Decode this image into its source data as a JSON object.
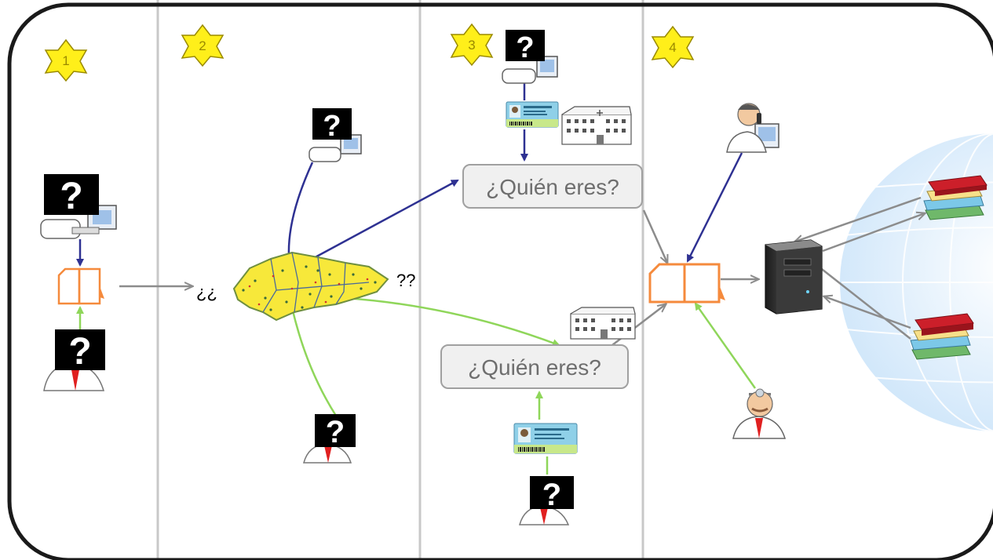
{
  "steps": [
    "1",
    "2",
    "3",
    "4"
  ],
  "question_mark": "?",
  "map_text": {
    "left": "¿¿",
    "right": "??"
  },
  "identity_prompts": [
    "¿Quién eres?",
    "¿Quién eres?"
  ],
  "colors": {
    "frame": "#1a1a1a",
    "divider": "#c8c8c8",
    "star": "#ffef1a",
    "star_stroke": "#9a8a00",
    "arrow_blue": "#2e3192",
    "arrow_green": "#8fd65a",
    "arrow_gray": "#8c8c8c",
    "document": "#f58a3c",
    "bubble_fill": "#f0f0f0",
    "bubble_stroke": "#a0a0a0",
    "bubble_text": "#6e6e6e",
    "globe": "#cfe6fa"
  },
  "icons": [
    "star-badge-icon",
    "unknown-doctor-computer-icon",
    "unknown-doctor-icon",
    "document-icon",
    "andalusia-map-icon",
    "hospital-icon",
    "id-card-icon",
    "identified-doctor-computer-icon",
    "identified-doctor-icon",
    "server-icon",
    "book-stack-icon",
    "globe-icon"
  ]
}
